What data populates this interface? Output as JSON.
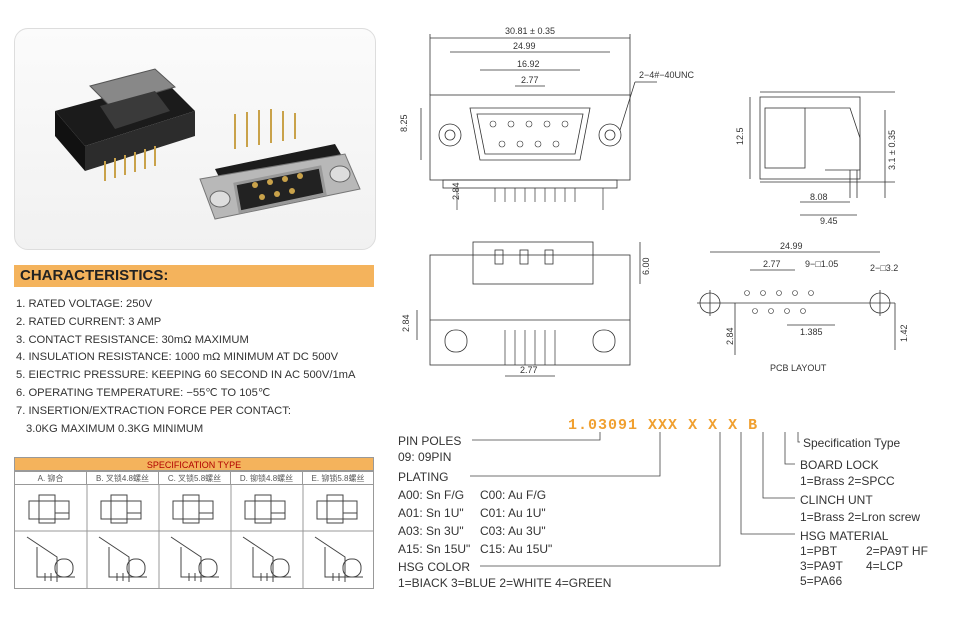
{
  "characteristics": {
    "title": "CHARACTERISTICS:",
    "items": [
      "1. RATED VOLTAGE: 250V",
      "2. RATED CURRENT: 3 AMP",
      "3. CONTACT RESISTANCE: 30mΩ MAXIMUM",
      "4. INSULATION RESISTANCE: 1000 mΩ MINIMUM AT DC 500V",
      "5. EIECTRIC PRESSURE: KEEPING 60 SECOND IN AC 500V/1mA",
      "6. OPERATING TEMPERATURE: −55℃ TO 105℃",
      "7. INSERTION/EXTRACTION FORCE PER CONTACT:",
      "3.0KG MAXIMUM  0.3KG MINIMUM"
    ]
  },
  "spec_table": {
    "title": "SPECIFICATION TYPE",
    "columns": [
      "A. 铆合",
      "B. 叉锁4.8螺丝",
      "C. 叉锁5.8螺丝",
      "D. 铆锁4.8螺丝",
      "E. 铆锁5.8螺丝"
    ]
  },
  "dims": {
    "w1": "30.81 ± 0.35",
    "w2": "24.99",
    "w3": "16.92",
    "w4": "2.77",
    "hole": "2−4#−40UNC",
    "h1": "8.25",
    "h2": "2.84",
    "side_h": "12.5",
    "side_h2": "3.1 ± 0.35",
    "side_w1": "8.08",
    "side_w2": "9.45",
    "bot_h": "6.00",
    "bot_h2": "2.84",
    "bot_w": "2.77",
    "pcb_w": "24.99",
    "pcb_p": "2.77",
    "pcb_hole1": "9−□1.05",
    "pcb_hole2": "2−□3.2",
    "pcb_h1": "2.84",
    "pcb_w2": "1.385",
    "pcb_h2": "1.42",
    "pcb_caption": "PCB LAYOUT"
  },
  "ordering": {
    "code": {
      "base": "1.03091",
      "xxx": "XXX",
      "x1": "X",
      "x2": "X",
      "x3": "X",
      "b": "B"
    },
    "spec_type": "Specification Type",
    "pin_poles": "PIN POLES",
    "pin_value": "09: 09PIN",
    "plating": "PLATING",
    "plating_rows": [
      [
        "A00: Sn F/G",
        "C00: Au F/G"
      ],
      [
        "A01: Sn 1U\"",
        "C01: Au 1U\""
      ],
      [
        "A03: Sn 3U\"",
        "C03: Au 3U\""
      ],
      [
        "A15: Sn 15U\"",
        "C15: Au 15U\""
      ]
    ],
    "hsg_color": "HSG COLOR",
    "hsg_color_values": "1=BIACK 3=BLUE 2=WHITE 4=GREEN",
    "board_lock": "BOARD LOCK",
    "board_lock_values": "1=Brass 2=SPCC",
    "clinch": "CLINCH UNT",
    "clinch_values": "1=Brass 2=Lron screw",
    "hsg_material": "HSG MATERIAL",
    "mat1": "1=PBT",
    "mat2": "2=PA9T HF",
    "mat3": "3=PA9T",
    "mat4": "4=LCP",
    "mat5": "5=PA66"
  },
  "colors": {
    "accent": "#f4b35c",
    "code": "#f0a030",
    "spec_title_text": "#b10000"
  }
}
